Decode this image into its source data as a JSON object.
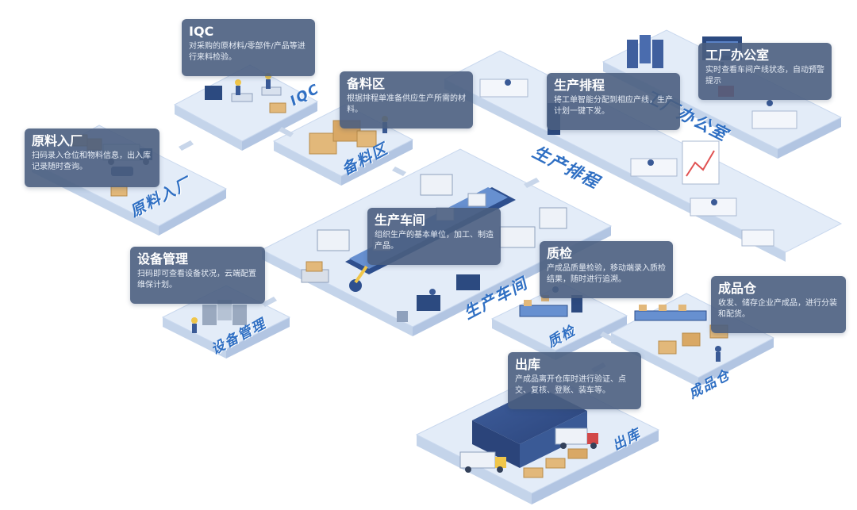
{
  "cards": {
    "raw": {
      "title": "原料入厂",
      "desc": "扫码录入仓位和物料信息，出入库记录随时查询。"
    },
    "iqc": {
      "title": "IQC",
      "desc": "对采购的原材料/零部件/产品等进行来料检验。"
    },
    "prep": {
      "title": "备料区",
      "desc": "根据排程单准备供应生产所需的材料。"
    },
    "schedule": {
      "title": "生产排程",
      "desc": "将工单智能分配到相应产线，生产计划一键下发。"
    },
    "office": {
      "title": "工厂办公室",
      "desc": "实时查看车间产线状态，自动预警提示"
    },
    "workshop": {
      "title": "生产车间",
      "desc": "组织生产的基本单位，加工、制造产品。"
    },
    "equip": {
      "title": "设备管理",
      "desc": "扫码即可查看设备状况，云端配置维保计划。"
    },
    "qc": {
      "title": "质检",
      "desc": "产成品质量检验，移动端录入质检结果，随时进行追溯。"
    },
    "fg": {
      "title": "成品仓",
      "desc": "收发、储存企业产成品，进行分装和配货。"
    },
    "out": {
      "title": "出库",
      "desc": "产成品离开仓库时进行验证、点交、复核、登账、装车等。"
    }
  },
  "zones": {
    "raw": "原料入厂",
    "iqc": "IQC",
    "prep": "备料区",
    "schedule": "生产排程",
    "office": "工厂办公室",
    "workshop": "生产车间",
    "equip": "设备管理",
    "qc": "质检",
    "fg": "成品仓",
    "out": "出库"
  },
  "colors": {
    "platform_top": "#e3ecf8",
    "platform_side": "#c4d4ea",
    "zone_label": "#2f6fc3",
    "card_bg": "#4a5e80",
    "accent_blue": "#3b6fc4"
  }
}
